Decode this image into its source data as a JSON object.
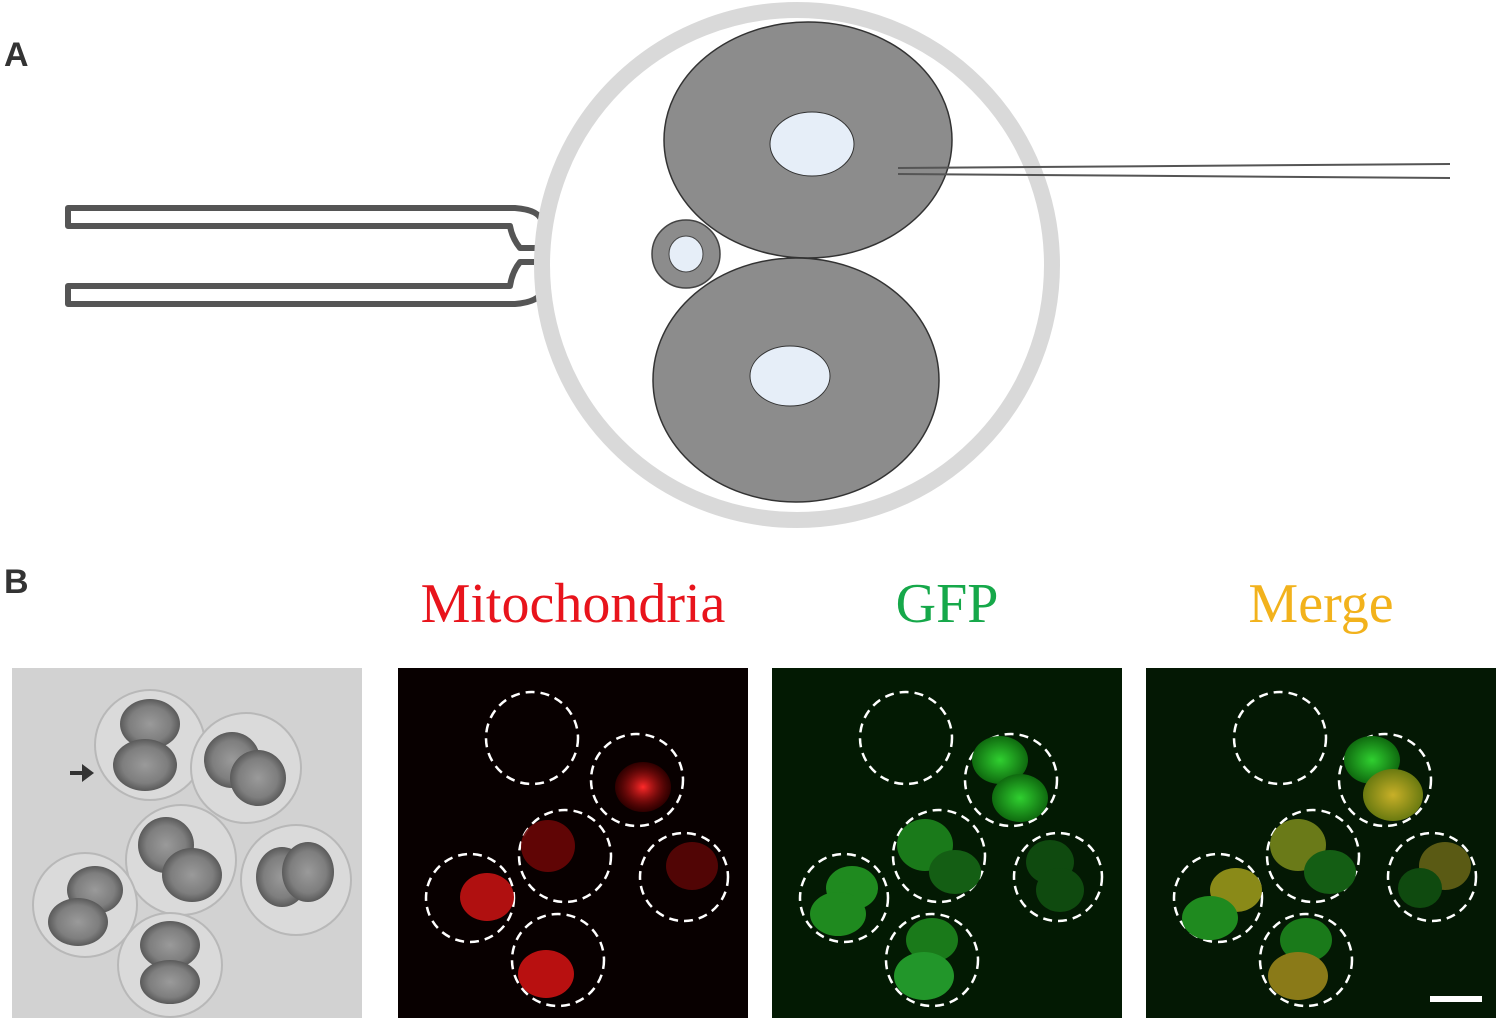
{
  "panels": {
    "a": {
      "letter": "A"
    },
    "b": {
      "letter": "B"
    }
  },
  "channels": [
    {
      "label": "Mitochondria",
      "color": "#e8141c"
    },
    {
      "label": "GFP",
      "color": "#16a84a"
    },
    {
      "label": "Merge",
      "color": "#f2b21c"
    }
  ],
  "colors": {
    "zona": "#d9d9d9",
    "blastomere": "#8c8c8c",
    "nucleus": "#e6eef8",
    "pipette": "#555555",
    "brightfield_bg": "#d2d2d2",
    "fluor_bg_mito": "#080000",
    "fluor_bg_gfp": "#031a03",
    "fluor_bg_merge": "#041804"
  }
}
